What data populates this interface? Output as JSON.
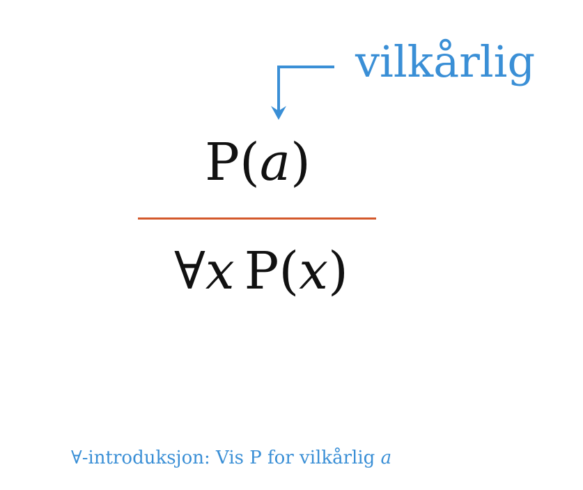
{
  "annotation": {
    "label": "vilkårlig",
    "color": "#3a8fd6"
  },
  "premise": {
    "predicate": "P",
    "open_paren": "(",
    "variable": "a",
    "close_paren": ")"
  },
  "rule_line": {
    "color": "#d3582a"
  },
  "conclusion": {
    "quantifier": "∀",
    "bound_variable": "x",
    "predicate": "P",
    "open_paren": "(",
    "variable": "x",
    "close_paren": ")"
  },
  "caption": {
    "prefix": "∀-introduksjon: Vis P for vilkårlig",
    "variable": "a"
  }
}
